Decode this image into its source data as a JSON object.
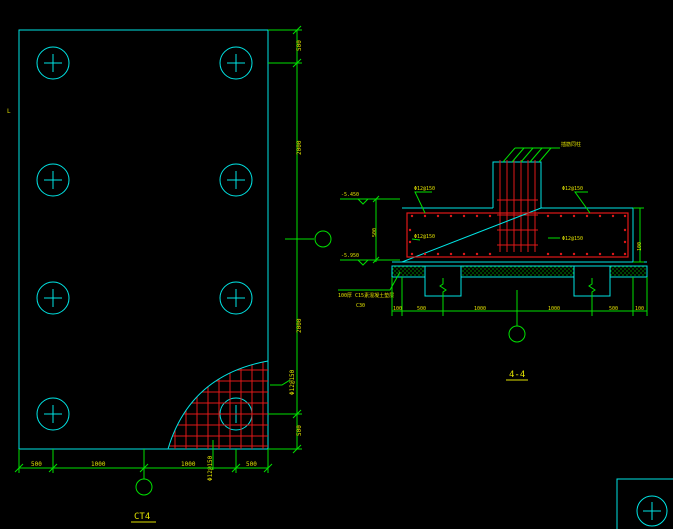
{
  "colors": {
    "background": "#000000",
    "outline": "#00e5e5",
    "dimension": "#00e000",
    "rebar": "#e01818",
    "label": "#e0e000",
    "text": "#e0e0e0"
  },
  "plan": {
    "title": "CT4",
    "right_dims": [
      "500",
      "2000",
      "2000",
      "500"
    ],
    "bottom_dims": [
      "500",
      "1000",
      "1000",
      "500"
    ],
    "left_mark": "L",
    "mesh_label": "Φ12@150",
    "mesh_label_lower": "Φ12@150"
  },
  "section": {
    "title": "4-4",
    "elev_top": "-5.450",
    "elev_bottom": "-5.950",
    "height_dim": "500",
    "side_dim": "100",
    "rebar_top_left": "Φ12@150",
    "rebar_top_right": "Φ12@150",
    "rebar_mid_left": "Φ12@150",
    "rebar_mid_right": "Φ12@150",
    "column_rebar": "插筋同柱",
    "cushion_label": "100厚 C15素混凝土垫层",
    "cushion_sub": "C30",
    "bottom_dims": [
      "100",
      "500",
      "1000",
      "1000",
      "500",
      "100"
    ]
  }
}
